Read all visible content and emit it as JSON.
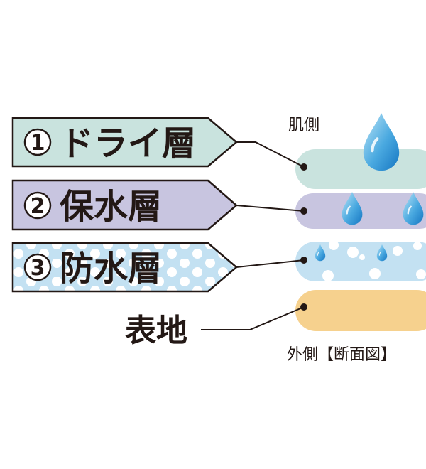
{
  "layers": [
    {
      "number": "1",
      "label": "ドライ層",
      "fill": "#c9e3de"
    },
    {
      "number": "2",
      "label": "保水層",
      "fill": "#c8c5e0"
    },
    {
      "number": "3",
      "label": "防水層",
      "fill": "#c3e1f2"
    }
  ],
  "fabric_label": "表地",
  "fabric_fill": "#f6d18e",
  "skin_side_label": "肌側",
  "outer_side_label": "外側【断面図】",
  "colors": {
    "outline": "#231815",
    "water_light": "#bfe6f7",
    "water_dark": "#1f8ed0",
    "dot": "#ffffff"
  },
  "icons": [
    "water-drop-icon",
    "cross-section-dot"
  ]
}
